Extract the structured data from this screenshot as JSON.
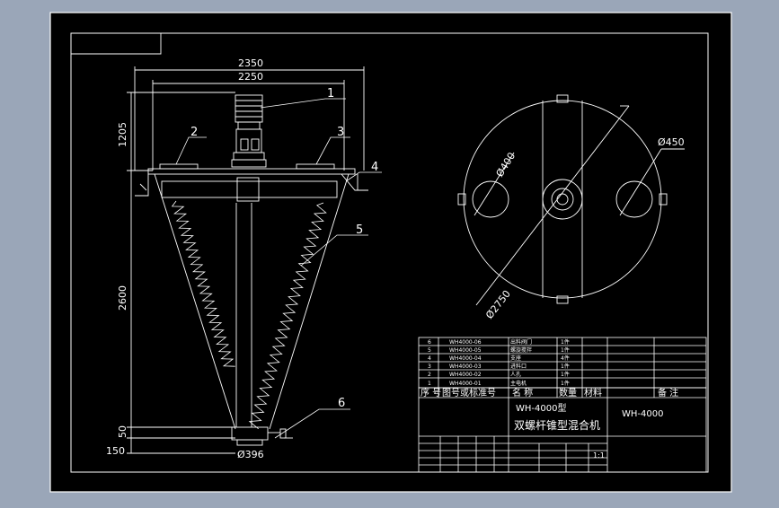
{
  "colors": {
    "frame_bg": "#9aa6b8",
    "paper": "#000000",
    "line": "#ffffff"
  },
  "dimensions": {
    "overall_width": "2350",
    "inner_width": "2250",
    "motor_height": "1205",
    "cone_height": "2600",
    "base_offset": "50",
    "bottom_offset": "150",
    "outlet_diameter": "Ø396",
    "top_view_diameter": "Ø2750",
    "inlet_diameter": "Ø400",
    "port_diameter": "Ø450"
  },
  "callouts": [
    "1",
    "2",
    "3",
    "4",
    "5",
    "6"
  ],
  "bom": {
    "rows": [
      {
        "no": "6",
        "code": "WH4000-06",
        "name": "出料阀门",
        "qty": "1件"
      },
      {
        "no": "5",
        "code": "WH4000-05",
        "name": "螺旋搅拌",
        "qty": "1件"
      },
      {
        "no": "4",
        "code": "WH4000-04",
        "name": "支座",
        "qty": "4件"
      },
      {
        "no": "3",
        "code": "WH4000-03",
        "name": "进料口",
        "qty": "1件"
      },
      {
        "no": "2",
        "code": "WH4000-02",
        "name": "人孔",
        "qty": "1件"
      },
      {
        "no": "1",
        "code": "WH4000-01",
        "name": "主电机",
        "qty": "1件"
      }
    ],
    "headers": {
      "no": "序 号",
      "code": "图号或标准号",
      "name": "名  称",
      "qty": "数量",
      "material": "材料",
      "remark": "备  注"
    }
  },
  "title_block": {
    "model": "WH-4000型",
    "name": "双螺杆锥型混合机",
    "drawing_no": "WH-4000",
    "scale": "1:1"
  }
}
